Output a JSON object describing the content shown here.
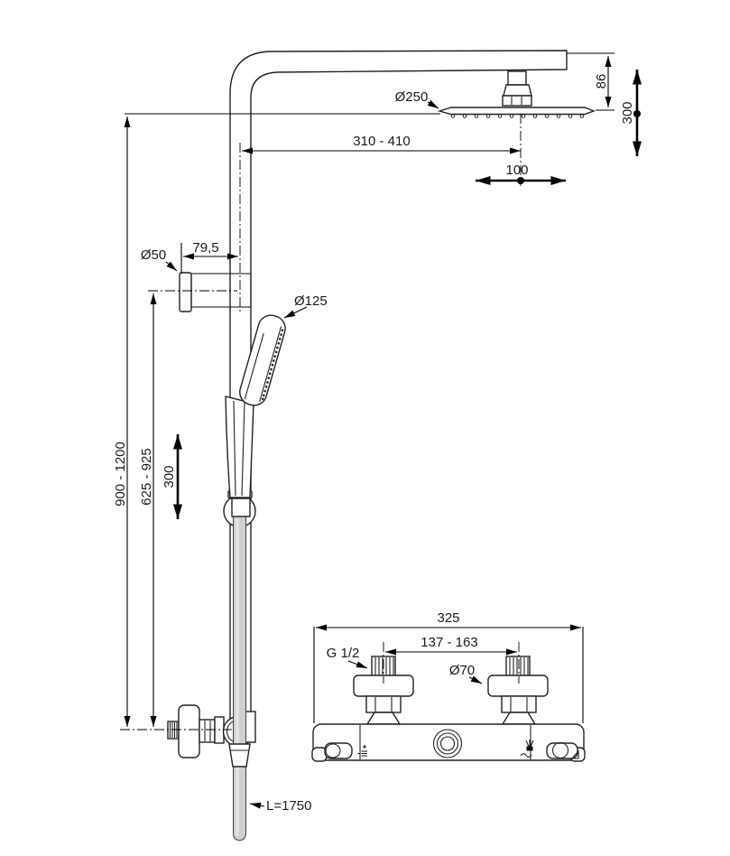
{
  "drawing": {
    "background": "#ffffff",
    "line_color": "#1a1a1a",
    "hose_color": "#cfcfcf"
  },
  "labels": {
    "head_diameter": "Ø250",
    "head_to_arm_height": "86",
    "ceiling_adjust": "300",
    "arm_reach": "310 - 410",
    "head_adjust": "100",
    "bracket_diameter": "Ø50",
    "bracket_offset": "79,5",
    "handshower_diameter": "Ø125",
    "riser_height": "900 - 1200",
    "holder_height": "625 - 925",
    "holder_adjust": "300",
    "mixer_width": "325",
    "inlet_spacing": "137 - 163",
    "inlet_thread": "G 1/2",
    "escutcheon_diameter": "Ø70",
    "hose_length": "L=1750"
  }
}
